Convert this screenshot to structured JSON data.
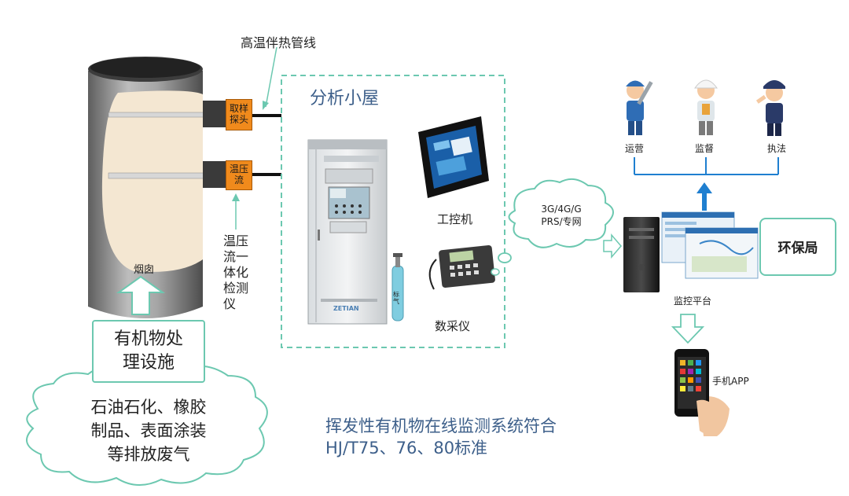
{
  "labels": {
    "heat_pipe": "高温伴热管线",
    "analysis_room": "分析小屋",
    "probe_sampling_line1": "取样",
    "probe_sampling_line2": "探头",
    "probe_tp_line1": "温压",
    "probe_tp_line2": "流",
    "chimney": "烟囱",
    "tp_detector": [
      "温压",
      "流一",
      "体化",
      "检测",
      "仪"
    ],
    "ipc": "工控机",
    "daq": "数采仪",
    "gas_bottle": "标气",
    "cabinet_brand": "ZETIAN",
    "network_line1": "3G/4G/G",
    "network_line2": "PRS/专网",
    "role_ops": "运营",
    "role_supervise": "监督",
    "role_enforce": "执法",
    "epb": "环保局",
    "monitor_platform": "监控平台",
    "mobile_app": "手机APP",
    "organic_facility_line1": "有机物处",
    "organic_facility_line2": "理设施",
    "emission_line1": "石油石化、橡胶",
    "emission_line2": "制品、表面涂装",
    "emission_line3": "等排放废气",
    "standard_line1": "挥发性有机物在线监测系统符合",
    "standard_line2": "HJ/T75、76、80标准"
  },
  "colors": {
    "accent_teal": "#6cc8b0",
    "probe_orange": "#f08a1c",
    "arrow_blue": "#1f7fd0",
    "chimney_grey": "#8a8a8a",
    "screen_blue": "#1a5fa8"
  },
  "icons": [
    "wrench-worker-icon",
    "inspector-icon",
    "police-officer-icon",
    "computer-tower-icon",
    "phone-icon"
  ]
}
